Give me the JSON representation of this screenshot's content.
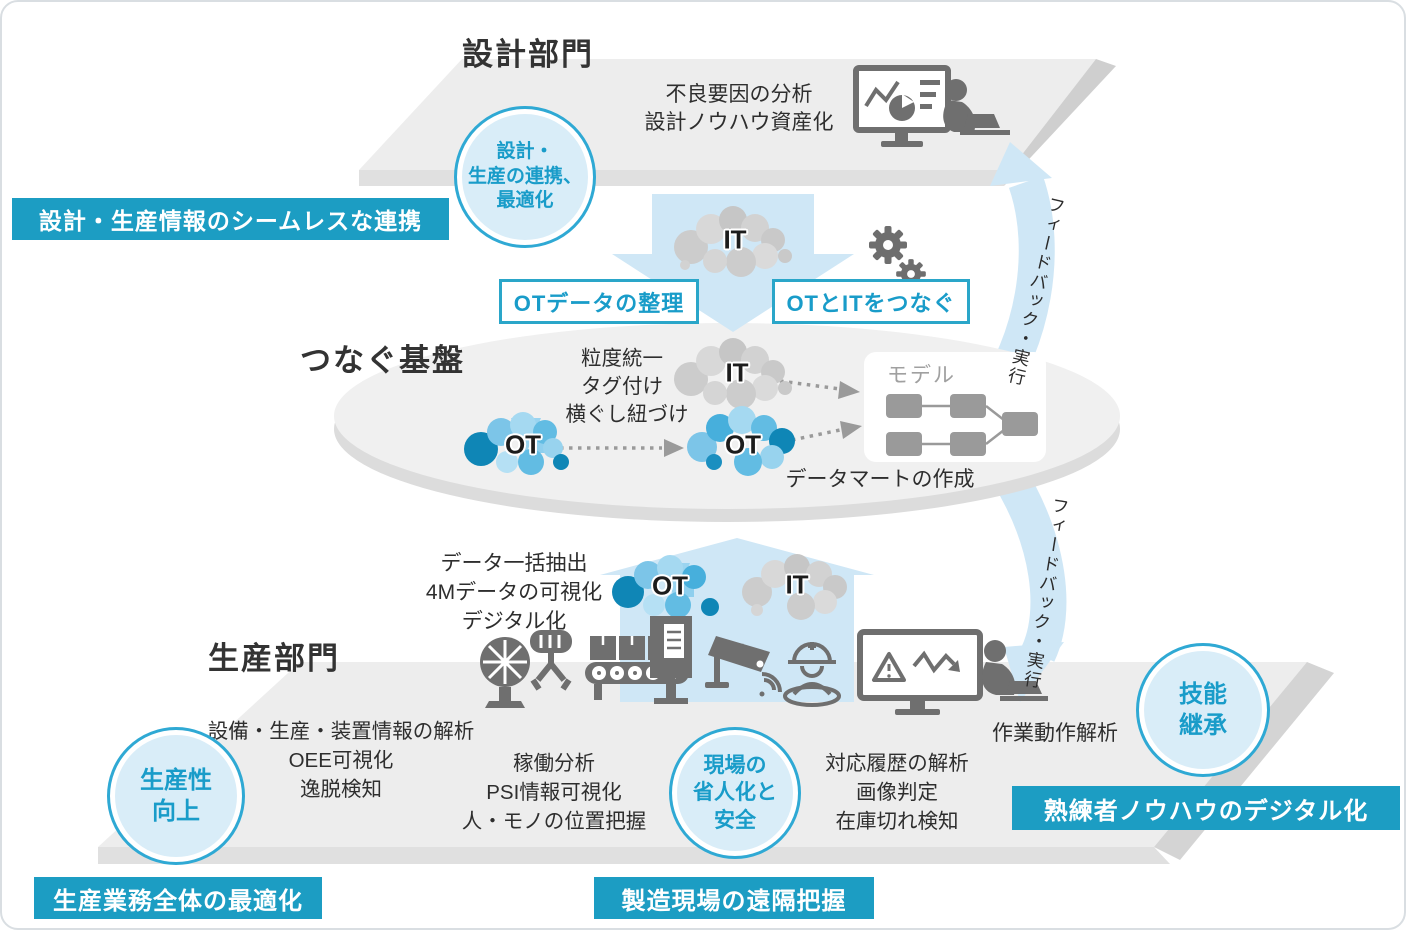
{
  "design": {
    "title": "設計部門",
    "activity_lines": [
      "不良要因の分析",
      "設計ノウハウ資産化"
    ],
    "goal_circle_lines": [
      "設計・",
      "生産の連携、",
      "最適化"
    ],
    "banner": "設計・生産情報のシームレスな連携"
  },
  "integration": {
    "it_cloud_label": "IT",
    "ot_cloud_label": "OT",
    "box_ot_data": "OTデータの整理",
    "box_ot_it": "OTとITをつなぐ",
    "feedback_label": "フィードバック・実行"
  },
  "platform": {
    "title": "つなぐ基盤",
    "function_lines": [
      "粒度統一",
      "タグ付け",
      "横ぐし紐づけ"
    ],
    "model_label": "モデル",
    "datamart_label": "データマートの作成"
  },
  "production": {
    "title": "生産部門",
    "extraction_lines": [
      "データ一括抽出",
      "4Mデータの可視化",
      "デジタル化"
    ],
    "analysis_left_lines": [
      "設備・生産・装置情報の解析",
      "OEE可視化",
      "逸脱検知"
    ],
    "analysis_mid_lines": [
      "稼働分析",
      "PSI情報可視化",
      "人・モノの位置把握"
    ],
    "analysis_right_lines": [
      "対応履歴の解析",
      "画像判定",
      "在庫切れ検知"
    ],
    "work_motion_label": "作業動作解析",
    "circle_productivity_lines": [
      "生産性",
      "向上"
    ],
    "circle_laborsaving_lines": [
      "現場の",
      "省人化と",
      "安全"
    ],
    "circle_skill_lines": [
      "技能",
      "継承"
    ],
    "banner_optimization": "生産業務全体の最適化",
    "banner_remote": "製造現場の遠隔把握",
    "banner_knowhow": "熟練者ノウハウのデジタル化"
  },
  "icons": {
    "design_workstation": "monitor-chart-person-icon",
    "gears": "gears-icon",
    "machine": "fan-robot-arm-icon",
    "conveyor": "conveyor-belt-icon",
    "camera": "surveillance-camera-icon",
    "worker": "helmet-worker-icon",
    "monitoring": "alert-monitor-person-icon",
    "model": "model-flowchart-icon",
    "clouds": [
      "it-cloud-icon",
      "ot-cloud-icon"
    ]
  },
  "colors": {
    "accent_teal": "#1c9dc3",
    "circle_fill": "#d9edf8",
    "circle_ring": "#2fa9d4",
    "circle_text": "#199cc9",
    "pale_arrow_blue": "#cfe7f6",
    "plane_gray": "#ededed",
    "cloud_gray": "#cdcdcd",
    "cloud_blue": "#47afdc",
    "icon_gray": "#6f6f6f",
    "text_dark": "#2e2e2e"
  }
}
